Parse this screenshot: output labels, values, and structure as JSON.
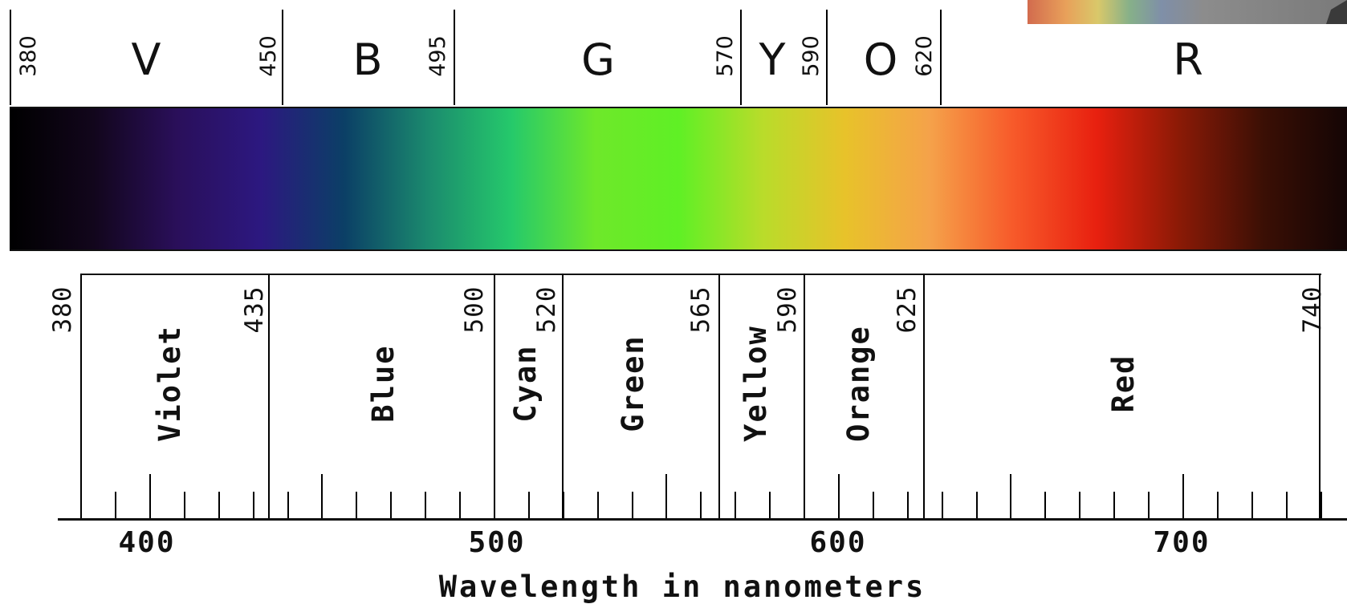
{
  "top_bands": {
    "letters": [
      "V",
      "B",
      "G",
      "Y",
      "O",
      "R"
    ],
    "boundaries": [
      "380",
      "450",
      "495",
      "570",
      "590",
      "620"
    ]
  },
  "bottom_bands": [
    {
      "name": "Violet",
      "end": "435"
    },
    {
      "name": "Blue",
      "end": "500"
    },
    {
      "name": "Cyan",
      "end": "520"
    },
    {
      "name": "Green",
      "end": "565"
    },
    {
      "name": "Yellow",
      "end": "590"
    },
    {
      "name": "Orange",
      "end": "625"
    },
    {
      "name": "Red",
      "end": "740"
    }
  ],
  "bottom_start": "380",
  "axis": {
    "labels": [
      "400",
      "500",
      "600",
      "700"
    ],
    "title": "Wavelength in nanometers",
    "unit_range_nm": [
      380,
      760
    ]
  },
  "colors": {
    "line": "#111111",
    "spectrum_stops": [
      "#000000",
      "#12061c",
      "#2a0f5a",
      "#2c1880",
      "#0b3f66",
      "#1b8a6e",
      "#25c96b",
      "#6ee82a",
      "#5ff025",
      "#b9dc2a",
      "#e8c22a",
      "#f5a24a",
      "#f75a2a",
      "#e8200f",
      "#8a1a06",
      "#3a0f05",
      "#140505"
    ]
  }
}
